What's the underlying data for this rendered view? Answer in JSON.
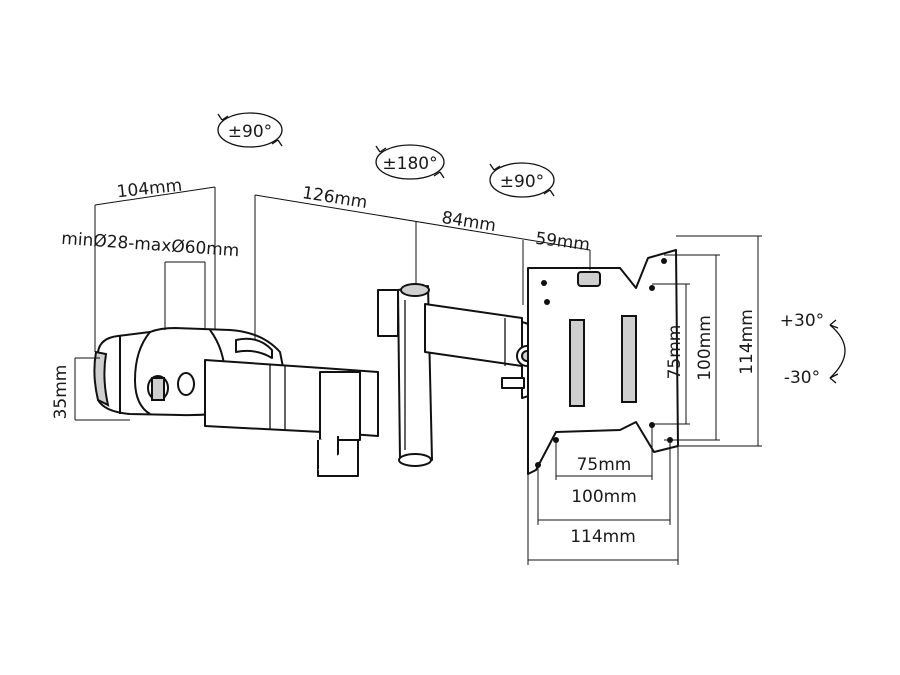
{
  "rotation_labels": {
    "swivel_left": "±90°",
    "swivel_mid": "±180°",
    "swivel_right": "±90°",
    "tilt_up": "+30°",
    "tilt_down": "-30°"
  },
  "dimensions": {
    "clamp_depth": "104mm",
    "clamp_range": "minØ28-maxØ60mm",
    "clamp_height": "35mm",
    "arm_long": "126mm",
    "arm_mid": "84mm",
    "arm_short": "59mm",
    "vesa_75_h": "75mm",
    "vesa_100_h": "100mm",
    "plate_h": "114mm",
    "vesa_75_w": "75mm",
    "vesa_100_w": "100mm",
    "plate_w": "114mm"
  }
}
